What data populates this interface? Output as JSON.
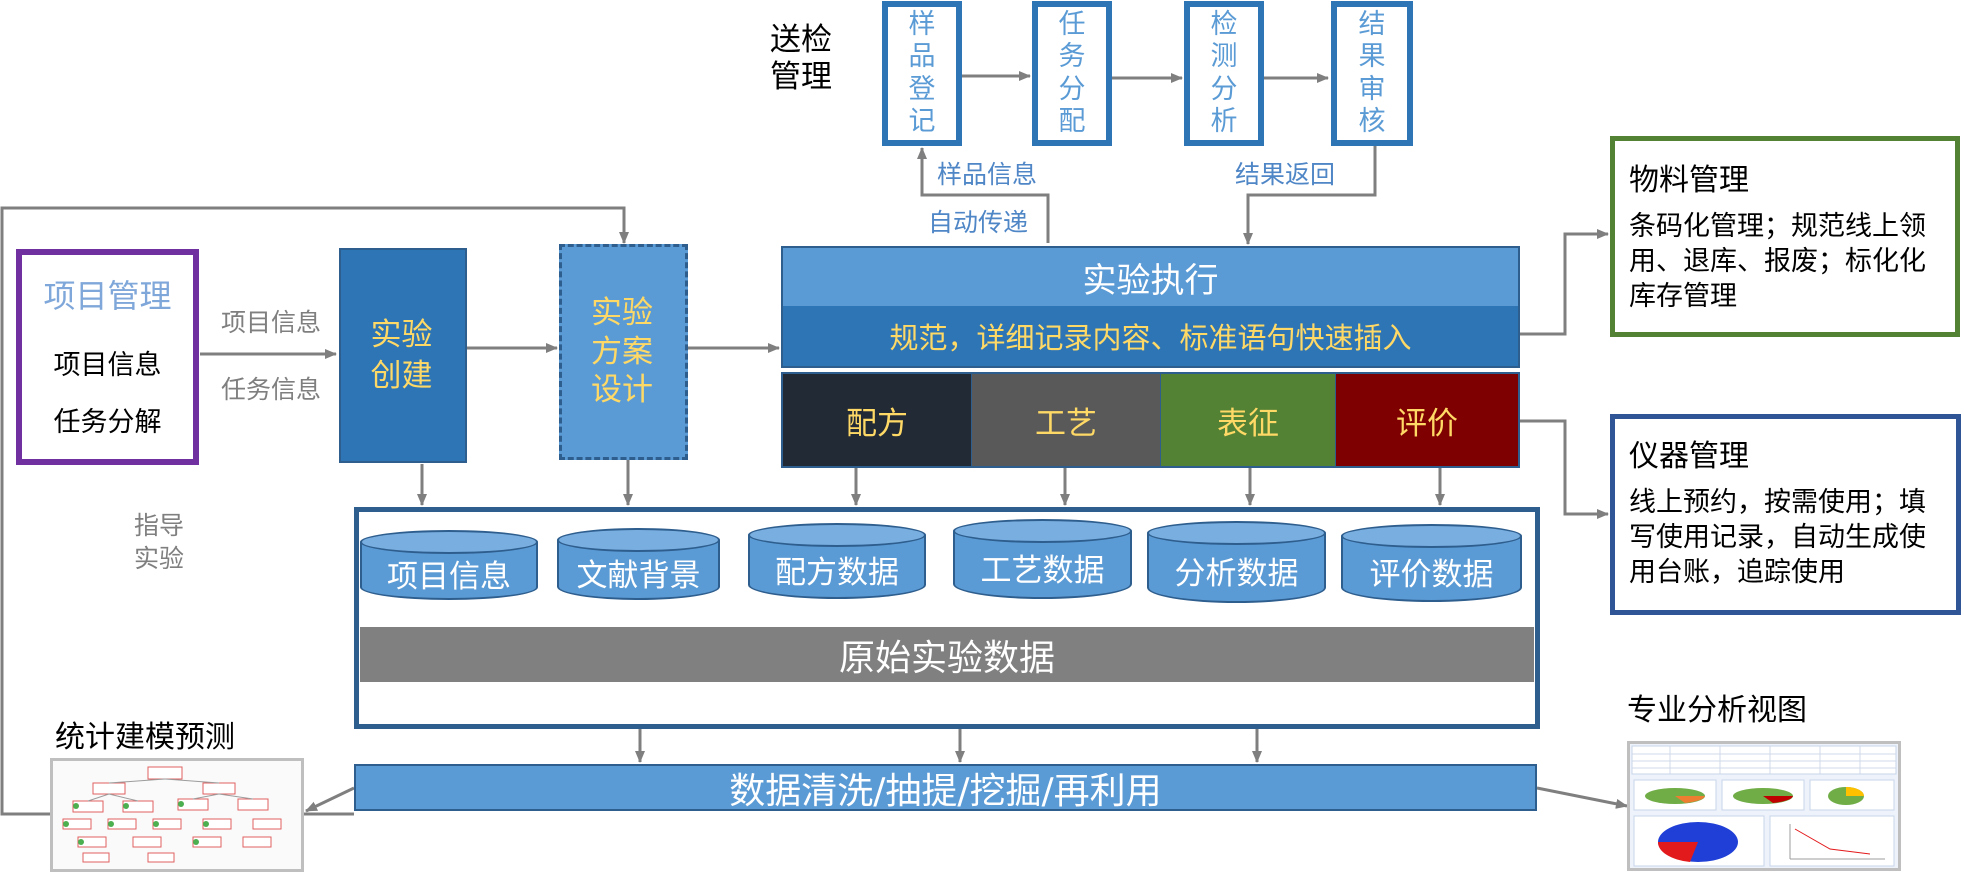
{
  "submit_inspection": {
    "title": "送检管理",
    "boxes": [
      {
        "label": "样品登记"
      },
      {
        "label": "任务分配"
      },
      {
        "label": "检测分析"
      },
      {
        "label": "结果审核"
      }
    ],
    "sample_info_label": "样品信息",
    "auto_transfer_label": "自动传递",
    "result_return_label": "结果返回"
  },
  "project_management": {
    "title": "项目管理",
    "items": [
      "项目信息",
      "任务分解"
    ],
    "flow_labels": [
      "项目信息",
      "任务信息"
    ],
    "guide_label": "指导实验"
  },
  "experiment_create": {
    "label": "实验创建"
  },
  "experiment_design": {
    "label": "实验方案设计"
  },
  "experiment_execution": {
    "title": "实验执行",
    "subtitle": "规范，详细记录内容、标准语句快速插入",
    "categories": [
      {
        "label": "配方",
        "color": "#222a35"
      },
      {
        "label": "工艺",
        "color": "#595959"
      },
      {
        "label": "表征",
        "color": "#548235"
      },
      {
        "label": "评价",
        "color": "#7f0000"
      }
    ]
  },
  "raw_data": {
    "title": "原始实验数据",
    "stores": [
      "项目信息",
      "文献背景",
      "配方数据",
      "工艺数据",
      "分析数据",
      "评价数据"
    ]
  },
  "data_processing": {
    "label": "数据清洗/抽提/挖掘/再利用"
  },
  "material_management": {
    "title": "物料管理",
    "body": "条码化管理；规范线上领用、退库、报废；标化化库存管理"
  },
  "instrument_management": {
    "title": "仪器管理",
    "body": "线上预约，按需使用；填写使用记录，自动生成使用台账，追踪使用"
  },
  "statistical_modeling": {
    "title": "统计建模预测"
  },
  "analysis_view": {
    "title": "专业分析视图"
  },
  "colors": {
    "blue_dark": "#2e75b6",
    "blue_mid": "#5b9bd5",
    "border_blue": "#2e5e8e",
    "purple": "#7030a0",
    "green": "#548235",
    "navy": "#2f5597",
    "yellow_text": "#ffd966",
    "gray_text": "#7f7f7f",
    "gray_band": "#808080"
  }
}
